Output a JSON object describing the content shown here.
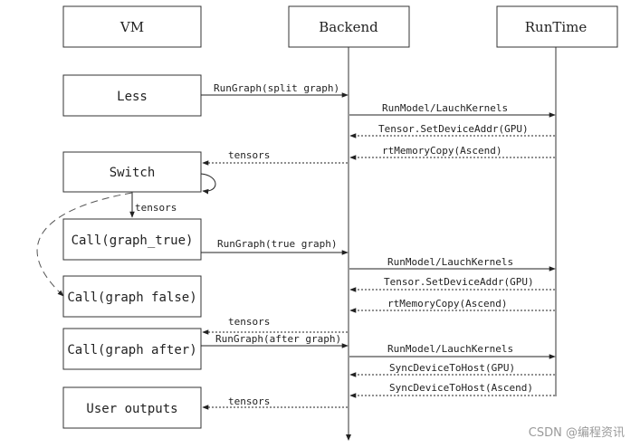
{
  "participants": {
    "vm": "VM",
    "backend": "Backend",
    "runtime": "RunTime"
  },
  "boxes": {
    "less": "Less",
    "switch": "Switch",
    "call_true": "Call(graph_true)",
    "call_false": "Call(graph false)",
    "call_after": "Call(graph after)",
    "user_outputs": "User outputs"
  },
  "messages": {
    "m1": "RunGraph(split graph)",
    "m2": "RunModel/LauchKernels",
    "m3": "Tensor.SetDeviceAddr(GPU)",
    "m4": "rtMemoryCopy(Ascend)",
    "m5": "tensors",
    "m6": "tensors",
    "m7": "RunGraph(true graph)",
    "m8": "RunModel/LauchKernels",
    "m9": "Tensor.SetDeviceAddr(GPU)",
    "m10": "rtMemoryCopy(Ascend)",
    "m11": "tensors",
    "m12": "RunGraph(after graph)",
    "m13": "RunModel/LauchKernels",
    "m14": "SyncDeviceToHost(GPU)",
    "m15": "SyncDeviceToHost(Ascend)",
    "m16": "tensors"
  },
  "watermark": "CSDN @编程资讯"
}
